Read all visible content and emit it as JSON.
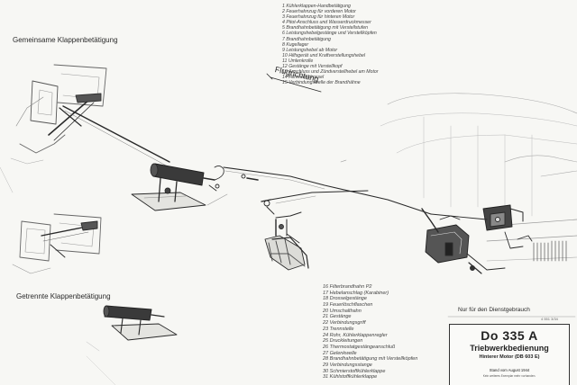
{
  "labels": {
    "common_flaps": "Gemeinsame Klappenbetätigung",
    "separate_flaps": "Getrennte Klappenbetätigung",
    "flight_direction": "Flugrichtung"
  },
  "legend_top": [
    "1 Kühlerklappen-Handbetätigung",
    "2 Feuerhahnzug für vorderen Motor",
    "3 Feuerhahnzug für hinteren Motor",
    "4 Pitot-Anschluss und Wasserdruckmesser",
    "5 Brandhahnbetätigung mit Verstellstufen",
    "6 Leistungshebelgestänge und Verstellköpfen",
    "7 Brandhahnbetätigung",
    "8 Kugellager",
    "9 Leistungshebel ab Motor",
    "10 Hilfsgerät und Kraftverstellungshebel",
    "11 Umlenkrolle",
    "12 Gestänge mit Verstellkopf",
    "13 Anschluss und Zündverstellhebel am Motor",
    "14 Hilfsventildrossel",
    "15 Verbindungswelle der Brandhähne"
  ],
  "legend_bottom": [
    "16 Filterbrandhahn P2",
    "17 Hebelanschlag (Karabiner)",
    "18 Drosselgestänge",
    "19 Feuerlöschflaschen",
    "20 Umschalthahn",
    "21 Gestänge",
    "22 Verbindungsgriff",
    "23 Trennstelle",
    "24 Rohr, Kühlerklappenregler",
    "25 Druckleitungen",
    "26 Thermostatgestängeanschluß",
    "27 Gelenkwelle",
    "28 Brandhahnbetätigung mit Verstellköpfen",
    "29 Verbindungsstange",
    "30 Schmierstoffkühlerklappe",
    "31 Kühlstoffkühlerklappe"
  ],
  "stamp": "Nur für den Dienstgebrauch",
  "ref_number": "4 551 3/34",
  "title_block": {
    "aircraft_type": "Do 335 A",
    "title": "Triebwerkbedienung",
    "subtitle": "Hinterer Motor (DB 603 E)",
    "stand": "Stand vom August 1944",
    "note": "Kein weiteres Exemplar mehr vorhanden."
  },
  "colors": {
    "paper": "#f7f7f4",
    "ink": "#2a2a2a",
    "faint_ink": "#9a9a9a"
  }
}
